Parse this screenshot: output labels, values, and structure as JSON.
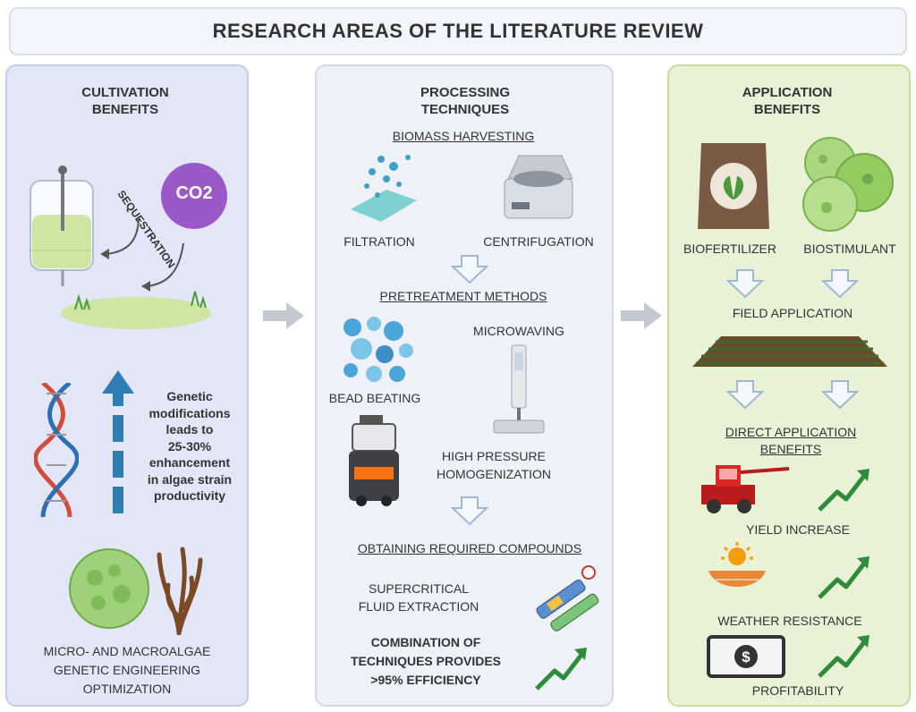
{
  "title": "RESEARCH AREAS OF THE LITERATURE REVIEW",
  "cultivation": {
    "heading": "CULTIVATION BENEFITS",
    "co2_label": "CO2",
    "sequestration_label": "SEQUESTRATION",
    "genetic_text": [
      "Genetic",
      "modifications",
      "leads to",
      "25-30%",
      "enhancement",
      "in algae strain",
      "productivity"
    ],
    "footer": [
      "MICRO- AND MACROALGAE",
      "GENETIC ENGINEERING",
      "OPTIMIZATION"
    ]
  },
  "processing": {
    "heading": [
      "PROCESSING",
      "TECHNIQUES"
    ],
    "biomass_harvesting": "BIOMASS HARVESTING",
    "filtration": "FILTRATION",
    "centrifugation": "CENTRIFUGATION",
    "pretreatment": "PRETREATMENT METHODS",
    "microwaving": "MICROWAVING",
    "bead_beating": "BEAD BEATING",
    "hph": [
      "HIGH PRESSURE",
      "HOMOGENIZATION"
    ],
    "obtaining": "OBTAINING REQUIRED COMPOUNDS",
    "sfe": [
      "SUPERCRITICAL",
      "FLUID EXTRACTION"
    ],
    "combination": [
      "COMBINATION OF",
      "TECHNIQUES PROVIDES",
      ">95% EFFICIENCY"
    ]
  },
  "application": {
    "heading": [
      "APPLICATION",
      "BENEFITS"
    ],
    "biofertilizer": "BIOFERTILIZER",
    "biostimulant": "BIOSTIMULANT",
    "field_application": "FIELD APPLICATION",
    "direct_benefits": [
      "DIRECT APPLICATION",
      "BENEFITS"
    ],
    "yield_increase": "YIELD INCREASE",
    "weather_resistance": "WEATHER RESISTANCE",
    "profitability": "PROFITABILITY"
  }
}
